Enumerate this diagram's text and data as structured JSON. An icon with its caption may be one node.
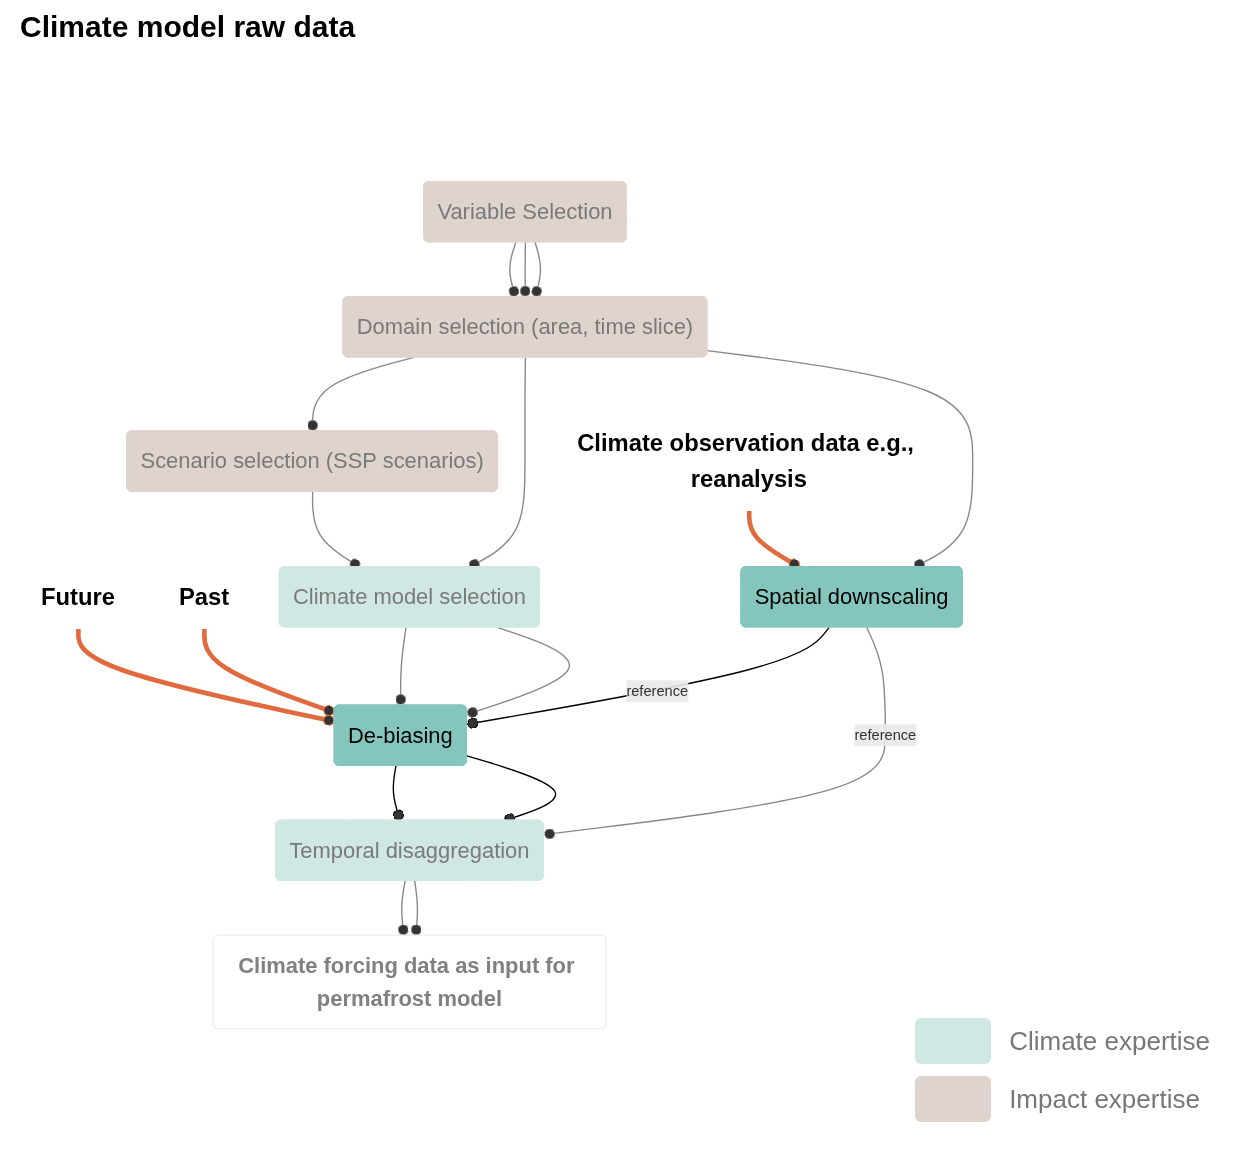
{
  "diagram": {
    "nodes": [
      {
        "text": [
          "Future"
        ]
      },
      {
        "text": [
          "Past"
        ]
      },
      {
        "text": [
          "Climate observation data e.g., reanalysis"
        ]
      },
      {
        "text": [
          "Variable Selection"
        ]
      },
      {
        "text": [
          "Domain selection (area, time slice)"
        ]
      },
      {
        "text": [
          "Scenario selection (SSP scenarios)"
        ]
      },
      {
        "text": [
          "Climate model selection"
        ]
      },
      {
        "text": [
          "De-biasing"
        ]
      },
      {
        "text": [
          "Spatial downscaling"
        ]
      },
      {
        "text": [
          "Temporal disaggregation"
        ]
      },
      {
        "text": [
          "Climate forcing data as input for permafrost model"
        ]
      }
    ],
    "edges": [
      {
        "from": 0,
        "to": 7,
        "arrow": "other",
        "style": "thick",
        "color": "#e06a3e"
      },
      {
        "from": 1,
        "to": 7,
        "arrow": "other",
        "style": "thick",
        "color": "#e06a3e"
      },
      {
        "from": 2,
        "to": 8,
        "arrow": "other",
        "style": "thick",
        "color": "#e06a3e"
      },
      {
        "from": 3,
        "to": 4,
        "arrow": "other"
      },
      {
        "from": 4,
        "to": 5,
        "arrow": "other"
      },
      {
        "from": 5,
        "to": 6,
        "arrow": "other"
      },
      {
        "from": 6,
        "to": 7,
        "arrow": "other"
      },
      {
        "from": 3,
        "to": 4,
        "arrow": "other"
      },
      {
        "from": 4,
        "to": 6,
        "arrow": "other"
      },
      {
        "from": 6,
        "to": 7,
        "arrow": "other"
      },
      {
        "from": 3,
        "to": 4,
        "arrow": "other"
      },
      {
        "from": 4,
        "to": 8,
        "arrow": "other"
      },
      {
        "from": 8,
        "to": 7,
        "label": "reference",
        "arrow": "other",
        "color": "#000000"
      },
      {
        "from": 7,
        "to": 9,
        "arrow": "other",
        "color": "#000000"
      },
      {
        "from": 7,
        "to": 9,
        "arrow": "other",
        "color": "#000000"
      },
      {
        "from": 8,
        "to": 9,
        "label": "reference",
        "arrow": "other"
      },
      {
        "from": 9,
        "to": 10,
        "arrow": "other"
      },
      {
        "from": 9,
        "to": 10,
        "arrow": "other"
      }
    ],
    "labels": [
      "Climate model raw data"
    ],
    "legend": [
      {
        "text": "Climate expertise",
        "color": "#cfe8e3"
      },
      {
        "text": "Impact expertise",
        "color": "#ded3cd"
      }
    ]
  }
}
